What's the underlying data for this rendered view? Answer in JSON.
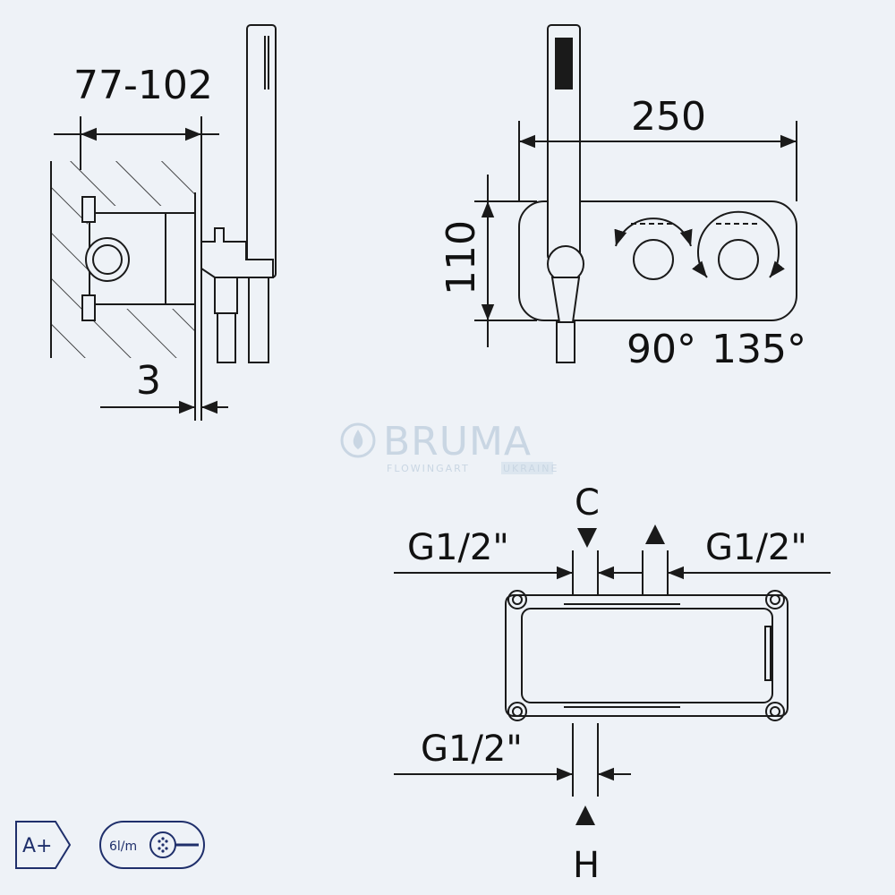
{
  "dimensions": {
    "depth_range": "77-102",
    "plate_thickness": "3",
    "width": "250",
    "height": "110",
    "angle_left": "90°",
    "angle_right": "135°"
  },
  "connections": {
    "top_left": "G1/2\"",
    "top_right": "G1/2\"",
    "bottom": "G1/2\"",
    "cold_label": "C",
    "hot_label": "H"
  },
  "watermark": {
    "brand": "BRUMA",
    "tagline": "FLOWINGART",
    "region": "UKRAINE"
  },
  "badges": {
    "energy_class": "A+",
    "flow_rate": "6l/m"
  },
  "colors": {
    "line": "#1a1a1a",
    "background": "#eef2f7",
    "watermark": "#c9d6e3",
    "badge": "#1f2f6b"
  }
}
